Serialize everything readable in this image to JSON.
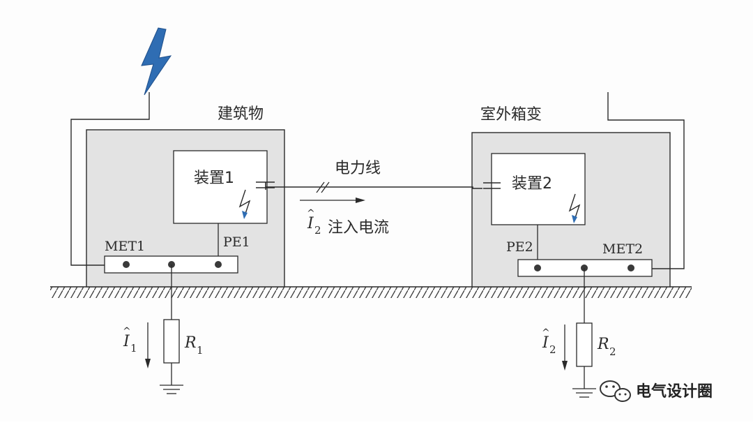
{
  "labels": {
    "building": "建筑物",
    "outdoor_substation": "室外箱变",
    "device1": "装置1",
    "device2": "装置2",
    "power_line": "电力线",
    "injected_current": "注入电流",
    "met1": "MET1",
    "met2": "MET2",
    "pe1": "PE1",
    "pe2": "PE2",
    "current_symbol": "I",
    "hat": "^",
    "sub1": "1",
    "sub2": "2",
    "resistor_symbol": "R"
  },
  "watermark": {
    "text": "电气设计圈",
    "icon": "wechat-icon"
  },
  "colors": {
    "building_fill": "#e3e3e3",
    "line": "#2a2a2a",
    "lightning": "#2f6db3"
  }
}
